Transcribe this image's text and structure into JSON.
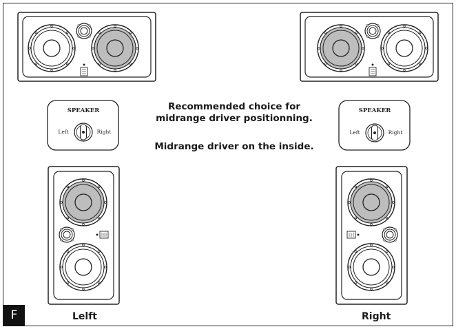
{
  "caption": {
    "line1": "Recommended choice for",
    "line2": "midrange driver positionning.",
    "line3": "Midrange driver on the inside."
  },
  "switch_left": {
    "title": "SPEAKER",
    "left": "Left",
    "right": "Right"
  },
  "switch_right": {
    "title": "SPEAKER",
    "left": "Left",
    "right": "Right"
  },
  "labels": {
    "left": "Lelft",
    "right": "Right"
  },
  "page_letter": "F",
  "colors": {
    "line": "#222222",
    "midrange_fill": "#bdbdbd",
    "page_letter_bg": "#111111"
  }
}
